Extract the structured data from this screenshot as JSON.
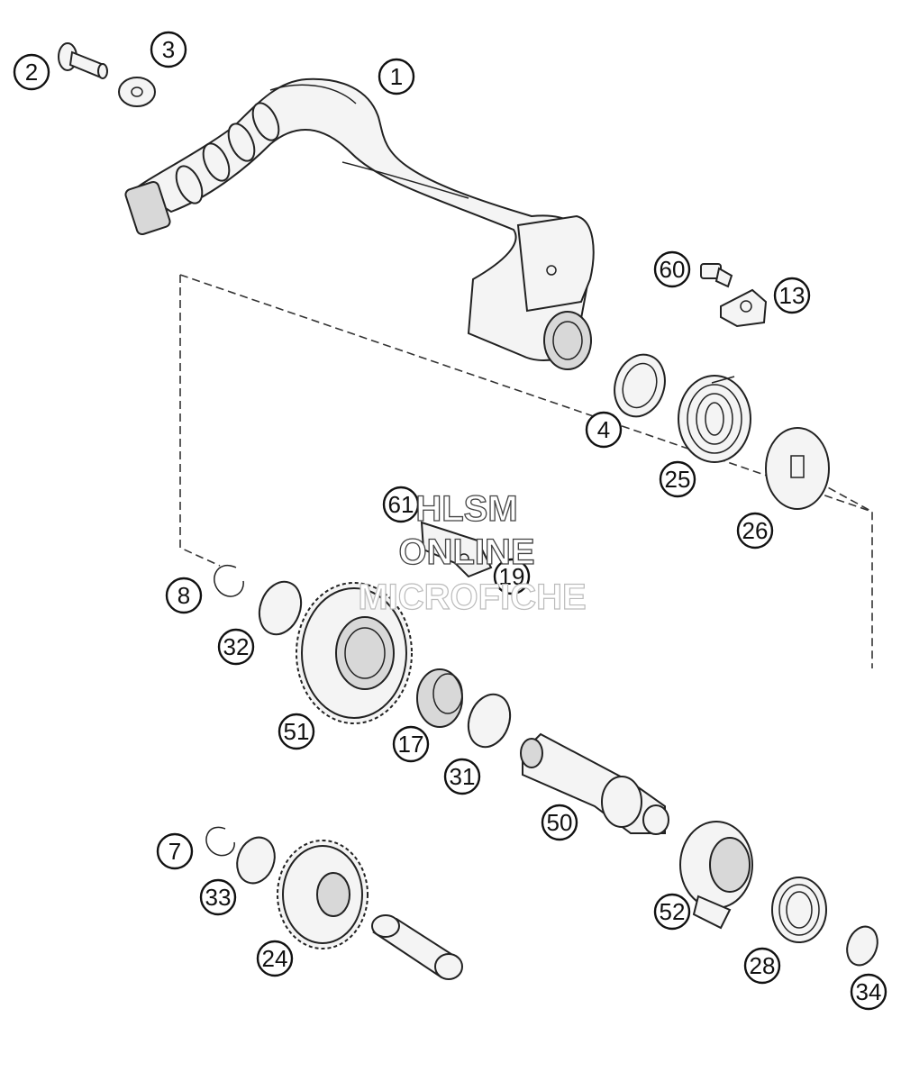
{
  "watermark": {
    "line1": "HLSM",
    "line2": "ONLINE",
    "line3": "MICROFICHE"
  },
  "callouts": [
    {
      "id": "1",
      "label": "1"
    },
    {
      "id": "2",
      "label": "2"
    },
    {
      "id": "3",
      "label": "3"
    },
    {
      "id": "4",
      "label": "4"
    },
    {
      "id": "60",
      "label": "60"
    },
    {
      "id": "13",
      "label": "13"
    },
    {
      "id": "25",
      "label": "25"
    },
    {
      "id": "26",
      "label": "26"
    },
    {
      "id": "61",
      "label": "61"
    },
    {
      "id": "19",
      "label": "19"
    },
    {
      "id": "8",
      "label": "8"
    },
    {
      "id": "32",
      "label": "32"
    },
    {
      "id": "51",
      "label": "51"
    },
    {
      "id": "17",
      "label": "17"
    },
    {
      "id": "31",
      "label": "31"
    },
    {
      "id": "50",
      "label": "50"
    },
    {
      "id": "7",
      "label": "7"
    },
    {
      "id": "33",
      "label": "33"
    },
    {
      "id": "24",
      "label": "24"
    },
    {
      "id": "52",
      "label": "52"
    },
    {
      "id": "28",
      "label": "28"
    },
    {
      "id": "34",
      "label": "34"
    }
  ]
}
